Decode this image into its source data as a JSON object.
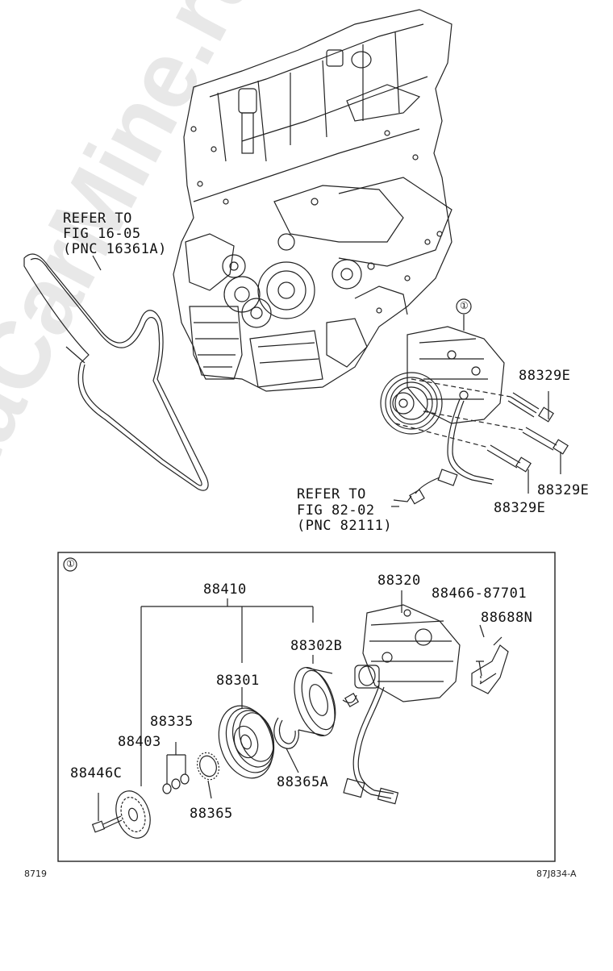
{
  "watermark": "ToyotaCarMine.ru",
  "upper": {
    "refer_belt": [
      "REFER TO",
      "FIG 16-05",
      "(PNC 16361A)"
    ],
    "refer_sensor": [
      "REFER TO",
      "FIG 82-02",
      "(PNC 82111)"
    ],
    "callout_marker": "①",
    "bolt_labels": [
      "88329E",
      "88329E",
      "88329E"
    ]
  },
  "detail": {
    "marker": "①",
    "labels": {
      "compressor_assy": "88410",
      "compressor": "88320",
      "bolt_no": "88466-87701",
      "bracket": "88688N",
      "stator": "88302B",
      "pulley": "88301",
      "snap_ring": "88365A",
      "shims": "88335",
      "hub": "88403",
      "hub_bolt": "88446C",
      "ring": "88365"
    }
  },
  "footer": {
    "left": "8719",
    "right": "87J834-A"
  }
}
